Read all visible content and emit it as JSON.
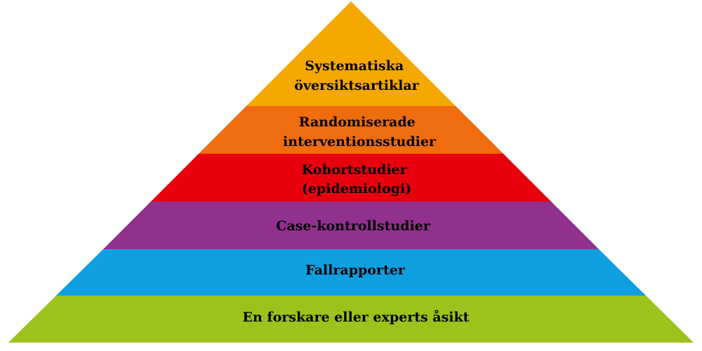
{
  "levels": [
    {
      "lines": [
        "Systematiska",
        "översiktsartiklar"
      ],
      "color": "#f5a800"
    },
    {
      "lines": [
        "Randomiserade",
        "interventionsstudier"
      ],
      "color": "#ef6c0f"
    },
    {
      "lines": [
        "Kohortstudier",
        "(epidemiologi)"
      ],
      "color": "#e8000d"
    },
    {
      "lines": [
        "Case-kontrollstudier"
      ],
      "color": "#92308d"
    },
    {
      "lines": [
        "Fallrapporter"
      ],
      "color": "#0f9fe0"
    },
    {
      "lines": [
        "En forskare eller experts åsikt"
      ],
      "color": "#9bc31c"
    }
  ]
}
